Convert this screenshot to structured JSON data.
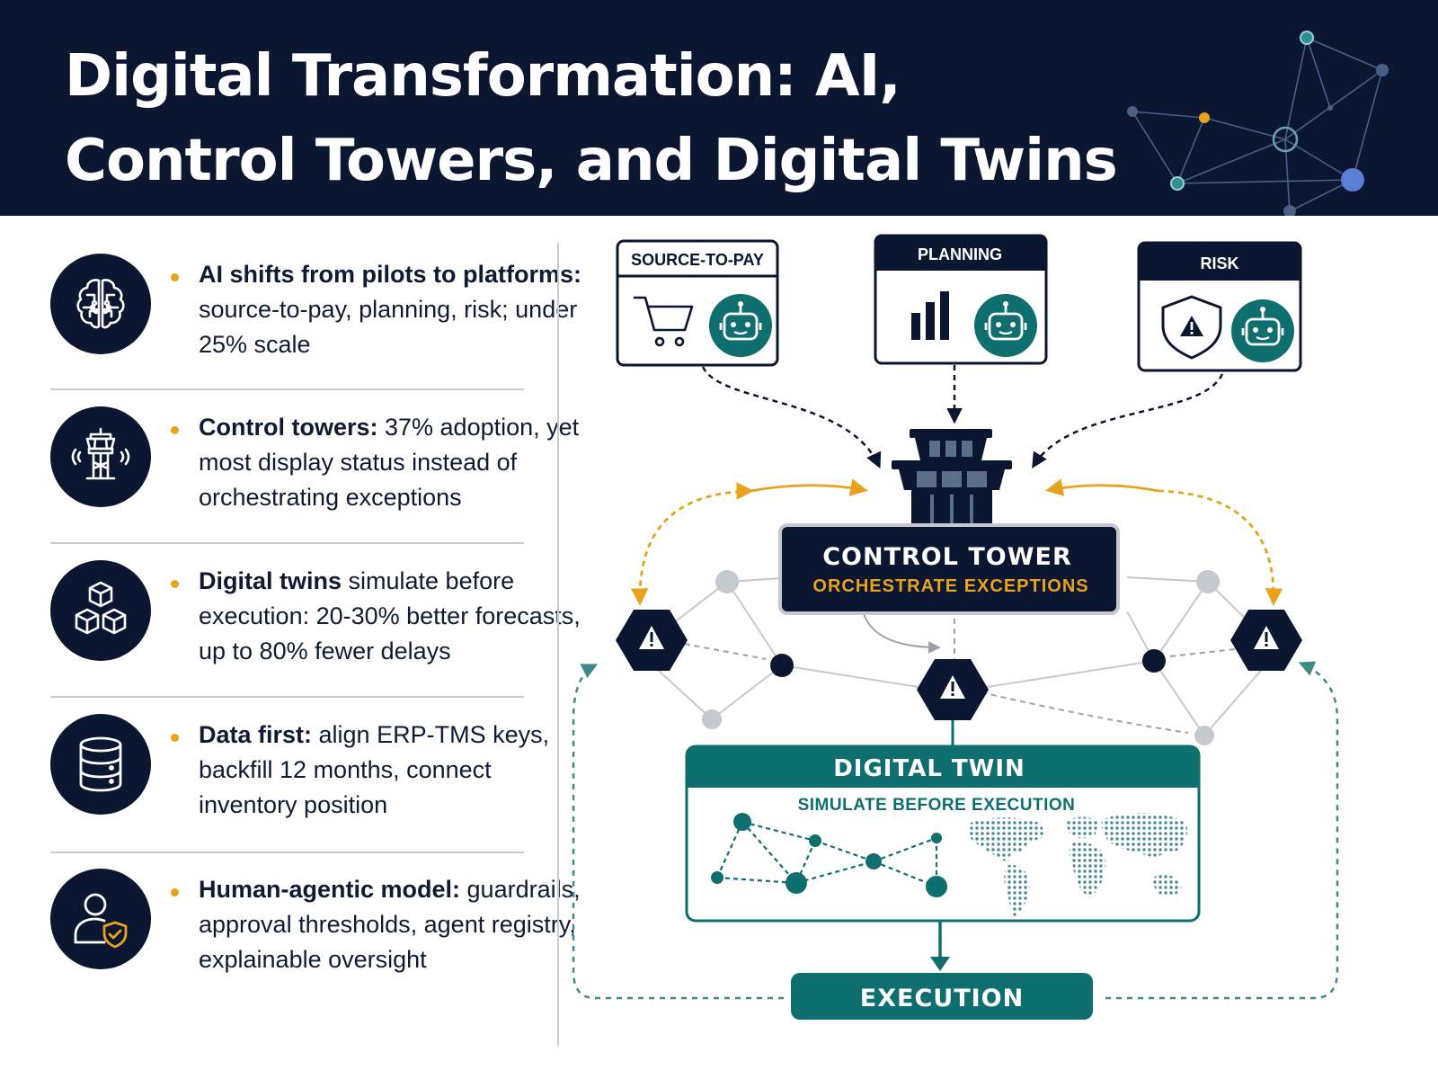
{
  "header": {
    "title": "Digital Transformation: AI, Control Towers, and Digital Twins"
  },
  "left_items": [
    {
      "icon": "brain-circuit-icon",
      "bold": "AI shifts from pilots to platforms:",
      "text": " source-to-pay, planning, risk; under 25% scale"
    },
    {
      "icon": "control-tower-icon",
      "bold": "Control towers:",
      "text": " 37% adoption, yet most display status instead of orchestrating exceptions"
    },
    {
      "icon": "cubes-icon",
      "bold": "Digital twins",
      "text": " simulate before execution: 20-30% better forecasts, up to 80% fewer delays"
    },
    {
      "icon": "database-icon",
      "bold": "Data first:",
      "text": " align ERP-TMS keys, backfill 12 months, connect inventory position"
    },
    {
      "icon": "user-shield-icon",
      "bold": "Human-agentic model:",
      "text": " guardrails, approval thresholds, agent registry, explainable oversight"
    }
  ],
  "diagram": {
    "source_to_pay": "SOURCE-TO-PAY",
    "planning": "PLANNING",
    "risk": "RISK",
    "control_tower_title": "CONTROL TOWER",
    "control_tower_sub": "ORCHESTRATE EXCEPTIONS",
    "digital_twin_title": "DIGITAL TWIN",
    "digital_twin_sub": "SIMULATE BEFORE EXECUTION",
    "execution": "EXECUTION"
  },
  "colors": {
    "navy": "#0b1631",
    "teal": "#0f6e6e",
    "amber": "#e8a21c",
    "gray_node": "#c4c8cf"
  }
}
